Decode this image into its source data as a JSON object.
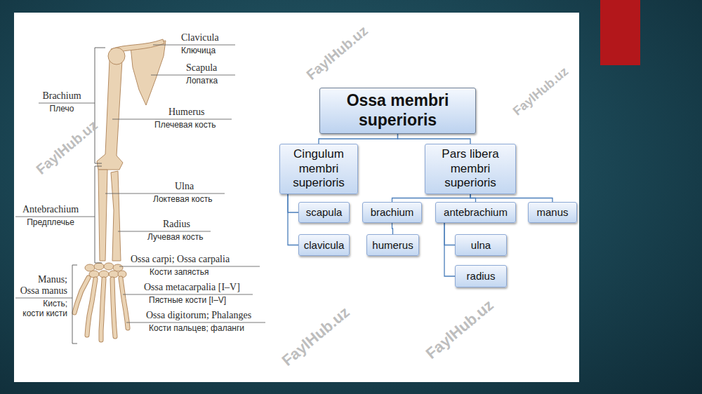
{
  "diagram": {
    "nodes": [
      {
        "text": [
          "Ossa membri superioris"
        ]
      },
      {
        "text": [
          "Cingulum membri superioris"
        ]
      },
      {
        "text": [
          "Pars libera membri superioris"
        ]
      },
      {
        "text": [
          "scapula"
        ]
      },
      {
        "text": [
          "clavicula"
        ]
      },
      {
        "text": [
          "brachium"
        ]
      },
      {
        "text": [
          "antebrachium"
        ]
      },
      {
        "text": [
          "manus"
        ]
      },
      {
        "text": [
          "humerus"
        ]
      },
      {
        "text": [
          "ulna"
        ]
      },
      {
        "text": [
          "radius"
        ]
      }
    ],
    "edges": [
      {
        "from": 0,
        "to": 1,
        "arrow": "none"
      },
      {
        "from": 0,
        "to": 2,
        "arrow": "none"
      },
      {
        "from": 1,
        "to": 3,
        "arrow": "none"
      },
      {
        "from": 1,
        "to": 4,
        "arrow": "none"
      },
      {
        "from": 2,
        "to": 5,
        "arrow": "none"
      },
      {
        "from": 2,
        "to": 6,
        "arrow": "none"
      },
      {
        "from": 2,
        "to": 7,
        "arrow": "none"
      },
      {
        "from": 5,
        "to": 8,
        "arrow": "none"
      },
      {
        "from": 6,
        "to": 9,
        "arrow": "none"
      },
      {
        "from": 6,
        "to": 10,
        "arrow": "none"
      }
    ],
    "labels": [
      "Clavicula",
      "Ключица",
      "Scapula",
      "Лопатка",
      "Brachium",
      "Плечо",
      "Humerus",
      "Плечевая кость",
      "Ulna",
      "Локтевая кость",
      "Antebrachium",
      "Предплечье",
      "Radius",
      "Лучевая кость",
      "Manus;",
      "Ossa manus",
      "Кисть;",
      "кости кисти",
      "Ossa carpi; Ossa carpalia",
      "Кости запястья",
      "Ossa metacarpalia [I–V]",
      "Пястные кости [I–V]",
      "Ossa digitorum; Phalanges",
      "Кости пальцев; фаланги",
      "FaylHub.uz",
      "FaylHub.uz",
      "FaylHub.uz",
      "FaylHub.uz",
      "FaylHub.uz"
    ]
  }
}
